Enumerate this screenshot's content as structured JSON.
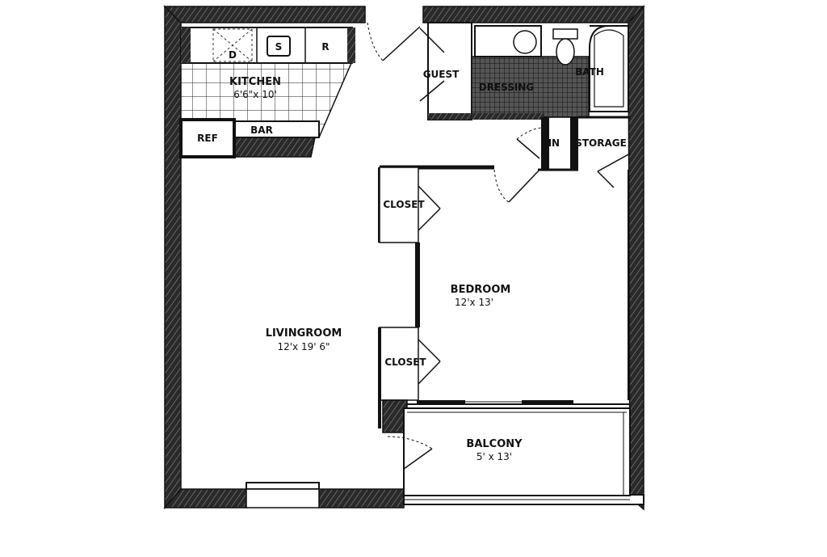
{
  "rooms": {
    "kitchen": {
      "label": "KITCHEN",
      "dims": "6'6\"x 10'"
    },
    "livingroom": {
      "label": "LIVINGROOM",
      "dims": "12'x 19' 6\""
    },
    "bedroom": {
      "label": "BEDROOM",
      "dims": "12'x 13'"
    },
    "balcony": {
      "label": "BALCONY",
      "dims": "5' x 13'"
    },
    "bath": {
      "label": "BATH"
    },
    "dressing": {
      "label": "DRESSING"
    },
    "guest": {
      "label": "GUEST"
    },
    "linen": {
      "label": "LIN"
    },
    "storage": {
      "label": "STORAGE"
    },
    "closet_upper": {
      "label": "CLOSET"
    },
    "closet_lower": {
      "label": "CLOSET"
    }
  },
  "fixtures": {
    "dishwasher": "D",
    "sink": "S",
    "range": "R",
    "refrigerator": "REF",
    "bar": "BAR"
  },
  "colors": {
    "wall": "#1a1a1a",
    "hatch": "#444444",
    "background": "#ffffff"
  }
}
